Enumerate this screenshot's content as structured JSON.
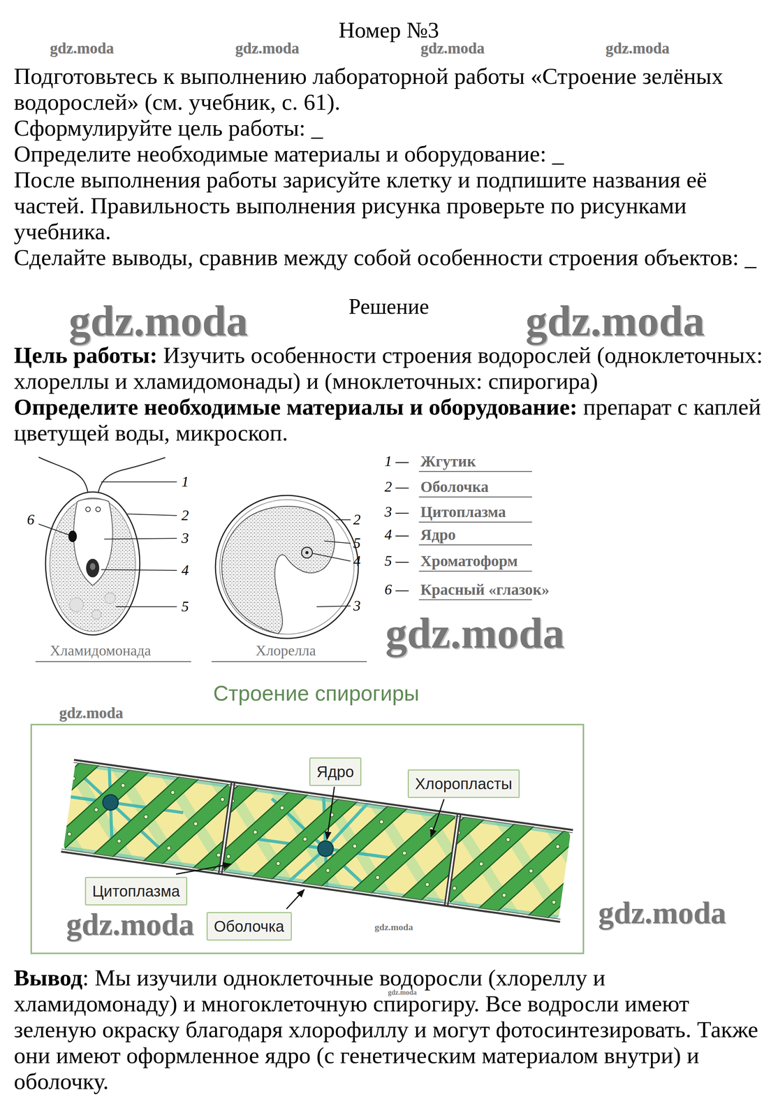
{
  "diagram": {
    "title": "Номер №3",
    "nodes": [
      {
        "text": [
          "Строение спирогиры"
        ]
      },
      {
        "text": [
          "Ядро"
        ],
        "in": 0
      },
      {
        "text": [
          "Хлоропласты"
        ],
        "in": 0
      },
      {
        "text": [
          "Цитоплазма"
        ],
        "in": 0
      },
      {
        "text": [
          "Оболочка"
        ],
        "in": 0
      }
    ],
    "labels": [
      "gdz.moda",
      "gdz.moda",
      "gdz.moda",
      "gdz.moda",
      "Подготовьтесь к выполнению лабораторной работы «Строение зелёных водорослей» (см. учебник, с. 61).",
      "Сформулируйте цель работы: _",
      "Определите необходимые материалы и оборудование: _",
      "После выполнения работы зарисуйте клетку и подпишите названия её частей. Правильность выполнения рисунка проверьте по рисунками учебника.",
      "Сделайте выводы, сравнив между собой особенности строения объектов: _",
      "Решение",
      "gdz.moda",
      "gdz.moda",
      "Цель работы:",
      "Изучить особенности строения водорослей (одноклеточных: хлореллы и хламидомонады) и (мноклеточных: спирогира)",
      "Определите необходимые материалы и оборудование:",
      "препарат с каплей цветущей воды, микроскоп.",
      "1",
      "2",
      "3",
      "4",
      "5",
      "6",
      "2",
      "5",
      "4",
      "3",
      "1 —",
      "Жгутик",
      "2 —",
      "Оболочка",
      "3 —",
      "Цитоплазма",
      "4 —",
      "Ядро",
      "5 —",
      "Хроматоформ",
      "6 —",
      "Красный «глазок»",
      "Хламидомонада",
      "Хлорелла",
      "gdz.moda",
      "gdz.moda",
      "gdz.moda",
      "gdz.moda",
      "gdz.moda",
      "Вывод",
      ": Мы изучили одноклеточные водоросли (хлореллу и хламидомонаду) и многоклеточную спирогиру. Все водросли имеют зеленую окраску благодаря хлорофиллу и могут фотосинтезировать. Также они имеют оформленное ядро (с генетическим материалом внутри) и оболочку.",
      "gdz.moda"
    ]
  }
}
